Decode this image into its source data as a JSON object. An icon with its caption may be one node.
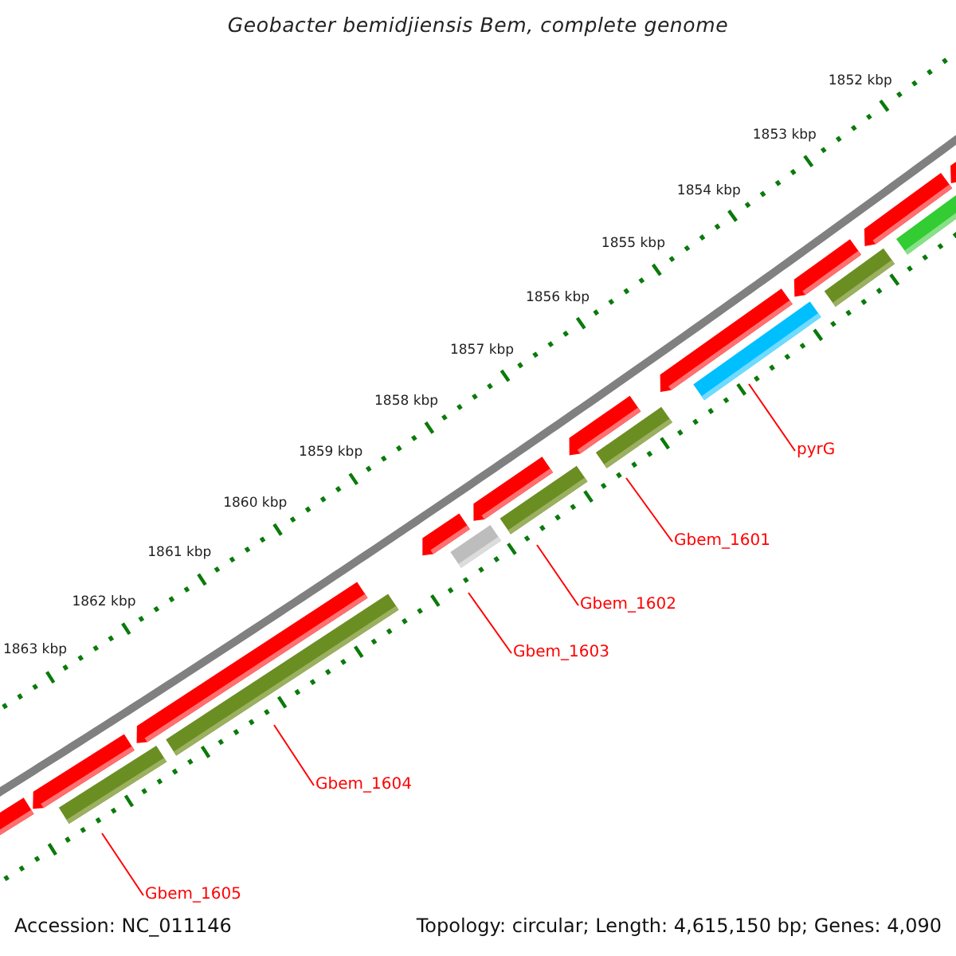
{
  "diagram": {
    "title": "Geobacter bemidjiensis Bem, complete genome",
    "nodes": [
      {
        "text": [
          "pyrG"
        ]
      },
      {
        "text": [
          "Gbem_1601"
        ]
      },
      {
        "text": [
          "Gbem_1602"
        ]
      },
      {
        "text": [
          "Gbem_1603"
        ]
      },
      {
        "text": [
          "Gbem_1604"
        ]
      },
      {
        "text": [
          "Gbem_1605"
        ]
      },
      {
        "text": [],
        "shape": "bar"
      },
      {
        "text": [],
        "shape": "bar"
      },
      {
        "text": [],
        "shape": "bar"
      },
      {
        "text": [],
        "shape": "bar"
      },
      {
        "text": [],
        "shape": "bar"
      },
      {
        "text": [],
        "shape": "bar"
      },
      {
        "text": [],
        "shape": "arrow"
      },
      {
        "text": [],
        "shape": "arrow"
      },
      {
        "text": [],
        "shape": "arrow"
      },
      {
        "text": [],
        "shape": "arrow"
      },
      {
        "text": [],
        "shape": "arrow"
      },
      {
        "text": [],
        "shape": "arrow"
      },
      {
        "text": [],
        "shape": "arrow"
      },
      {
        "text": [],
        "shape": "arrow"
      },
      {
        "text": [],
        "shape": "arrow"
      },
      {
        "text": [],
        "shape": "arrow"
      },
      {
        "text": [],
        "shape": "bar"
      },
      {
        "text": [],
        "shape": "bar"
      }
    ],
    "edges": [
      {
        "from": 0,
        "to": 6,
        "arrow": "none"
      },
      {
        "from": 1,
        "to": 7,
        "arrow": "none"
      },
      {
        "from": 2,
        "to": 8,
        "arrow": "none"
      },
      {
        "from": 3,
        "to": 9,
        "arrow": "none"
      },
      {
        "from": 4,
        "to": 10,
        "arrow": "none"
      },
      {
        "from": 5,
        "to": 11,
        "arrow": "none"
      }
    ],
    "labels": [
      "1852 kbp",
      "1853 kbp",
      "1854 kbp",
      "1855 kbp",
      "1856 kbp",
      "1857 kbp",
      "1858 kbp",
      "1859 kbp",
      "1860 kbp",
      "1861 kbp",
      "1862 kbp",
      "1863 kbp",
      "Accession: NC_011146",
      "Topology: circular; Length: 4,615,150 bp; Genes: 4,090"
    ]
  }
}
